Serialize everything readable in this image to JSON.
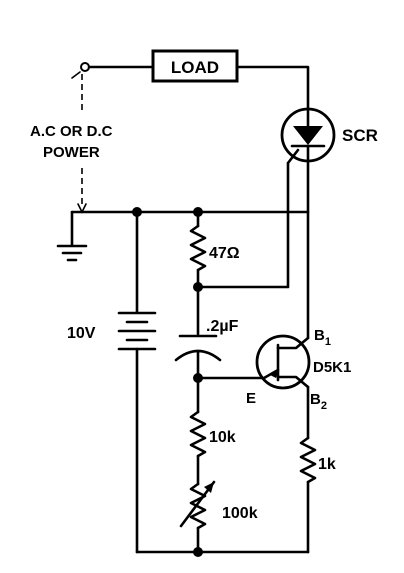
{
  "load_label": "LOAD",
  "power_label_line1": "A.C OR D.C",
  "power_label_line2": "POWER",
  "scr_label": "SCR",
  "r1_label": "47Ω",
  "battery_label": "10V",
  "cap_label": ".2µF",
  "ujt_b1_label": "B",
  "ujt_b1_sub": "1",
  "ujt_part_label": "D5K1",
  "ujt_e_label": "E",
  "ujt_b2_label": "B",
  "ujt_b2_sub": "2",
  "r2_label": "10k",
  "r3_label": "1k",
  "pot_label": "100k",
  "icons": {
    "scr": "thyristor-symbol",
    "ujt": "unijunction-transistor-symbol",
    "ground": "ground-symbol",
    "battery": "battery-symbol",
    "capacitor": "capacitor-symbol",
    "resistor": "resistor-symbol",
    "potentiometer": "variable-resistor-symbol"
  }
}
